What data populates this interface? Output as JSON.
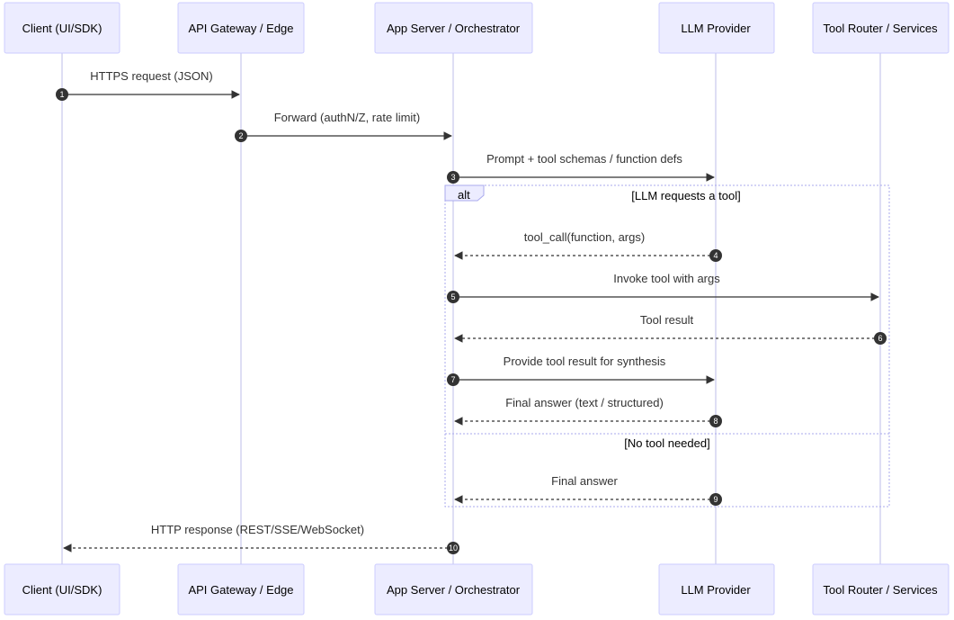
{
  "diagram": {
    "type": "sequence",
    "participants": [
      {
        "id": "client",
        "label": "Client (UI/SDK)"
      },
      {
        "id": "gateway",
        "label": "API Gateway / Edge"
      },
      {
        "id": "app",
        "label": "App Server / Orchestrator"
      },
      {
        "id": "llm",
        "label": "LLM Provider"
      },
      {
        "id": "tools",
        "label": "Tool Router / Services"
      }
    ],
    "messages": [
      {
        "seq": "1",
        "from": "client",
        "to": "gateway",
        "label": "HTTPS request (JSON)",
        "style": "solid"
      },
      {
        "seq": "2",
        "from": "gateway",
        "to": "app",
        "label": "Forward (authN/Z, rate limit)",
        "style": "solid"
      },
      {
        "seq": "3",
        "from": "app",
        "to": "llm",
        "label": "Prompt + tool schemas / function defs",
        "style": "solid"
      },
      {
        "seq": "4",
        "from": "llm",
        "to": "app",
        "label": "tool_call(function, args)",
        "style": "dashed"
      },
      {
        "seq": "5",
        "from": "app",
        "to": "tools",
        "label": "Invoke tool with args",
        "style": "solid"
      },
      {
        "seq": "6",
        "from": "tools",
        "to": "app",
        "label": "Tool result",
        "style": "dashed"
      },
      {
        "seq": "7",
        "from": "app",
        "to": "llm",
        "label": "Provide tool result for synthesis",
        "style": "solid"
      },
      {
        "seq": "8",
        "from": "llm",
        "to": "app",
        "label": "Final answer (text / structured)",
        "style": "dashed"
      },
      {
        "seq": "9",
        "from": "llm",
        "to": "app",
        "label": "Final answer",
        "style": "dashed"
      },
      {
        "seq": "10",
        "from": "app",
        "to": "client",
        "label": "HTTP response (REST/SSE/WebSocket)",
        "style": "dashed"
      }
    ],
    "alt_block": {
      "label": "alt",
      "branches": [
        {
          "condition": "[LLM requests a tool]"
        },
        {
          "condition": "[No tool needed]"
        }
      ]
    },
    "colors": {
      "actor_fill": "#ececff",
      "actor_stroke": "#ccccff",
      "lifeline": "#d4d4f0",
      "message": "#333333",
      "frame": "#aaaaee"
    }
  }
}
